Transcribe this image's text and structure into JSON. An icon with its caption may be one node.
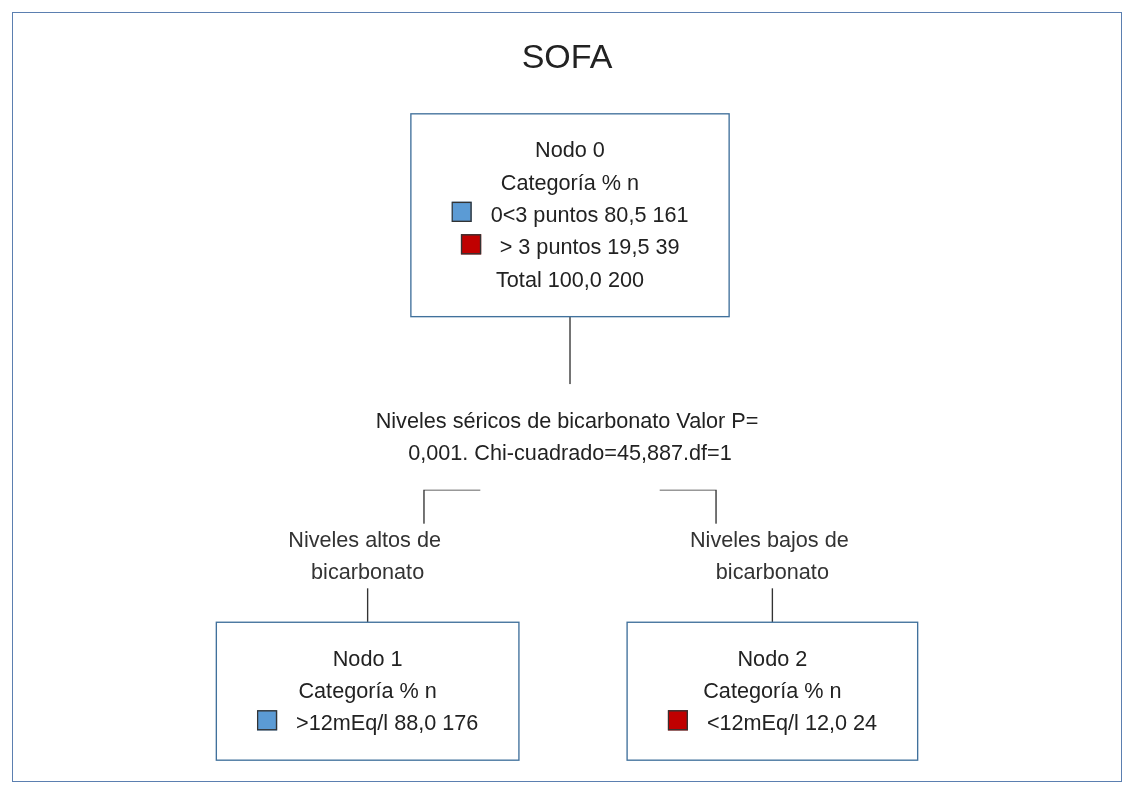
{
  "diagram": {
    "title": "SOFA",
    "nodes": [
      {
        "text": [
          "Nodo 0",
          "Categoría % n",
          "0<3 puntos 80,5 161",
          "> 3 puntos 19,5 39",
          "Total 100,0 200"
        ]
      },
      {
        "text": [
          "Niveles séricos de bicarbonato Valor P= 0,001. Chi-cuadrado=45,887.df=1"
        ]
      },
      {
        "text": [
          "Nodo 1",
          "Categoría % n",
          ">12mEq/l 88,0 176"
        ]
      },
      {
        "text": [
          "Nodo 2",
          "Categoría % n",
          "<12mEq/l 12,0 24"
        ]
      }
    ],
    "edges": [
      {
        "from": 0,
        "to": 1,
        "arrow": "none"
      },
      {
        "from": 1,
        "to": 2,
        "arrow": "none",
        "label": "Niveles altos de bicarbonato"
      },
      {
        "from": 1,
        "to": 3,
        "arrow": "none",
        "label": "Niveles bajos de bicarbonato"
      }
    ]
  }
}
